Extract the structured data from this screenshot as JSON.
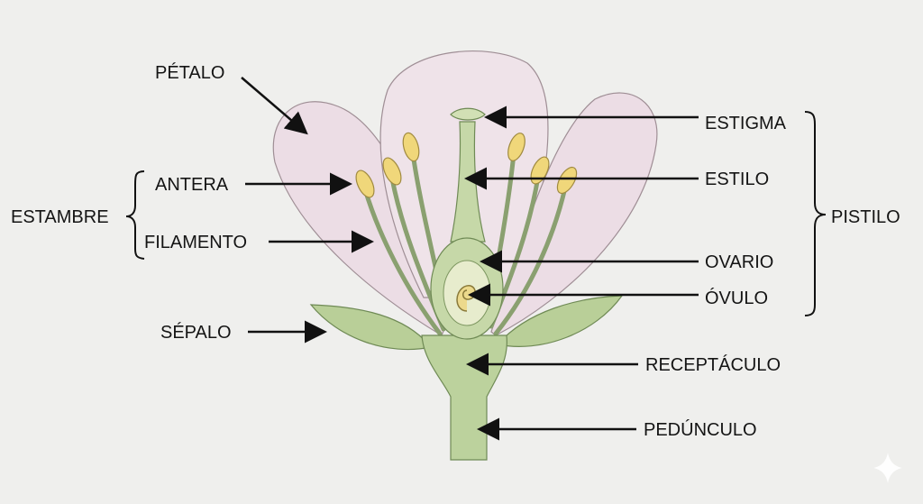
{
  "labels": {
    "petalo": "PÉTALO",
    "antera": "ANTERA",
    "filamento": "FILAMENTO",
    "estambre": "ESTAMBRE",
    "sepalo": "SÉPALO",
    "estigma": "ESTIGMA",
    "estilo": "ESTILO",
    "ovario": "OVARIO",
    "ovulo": "ÓVULO",
    "pistilo": "PISTILO",
    "receptaculo": "RECEPTÁCULO",
    "pedunculo": "PEDÚNCULO"
  },
  "colors": {
    "background": "#efefed",
    "petal": "#ecdde5",
    "green": "#b9cf98",
    "anther": "#f0d77a",
    "text": "#141414"
  },
  "icons": {
    "watermark": "sparkle-icon"
  }
}
